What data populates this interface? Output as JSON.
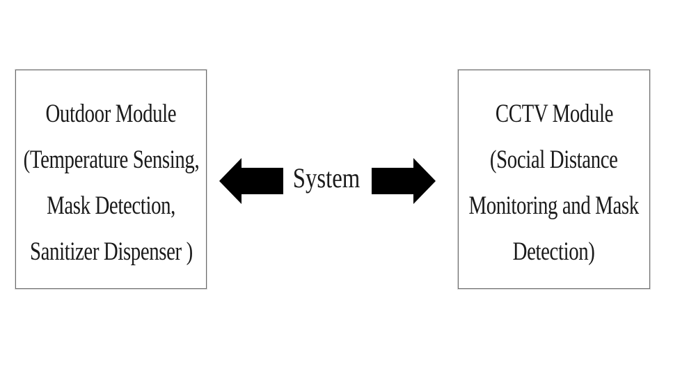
{
  "diagram": {
    "center_label": "System",
    "left_module": {
      "lines": [
        "Outdoor Module",
        "(Temperature Sensing,",
        "Mask Detection,",
        "Sanitizer Dispenser )"
      ]
    },
    "right_module": {
      "lines": [
        "CCTV Module",
        "(Social Distance",
        "Monitoring and Mask",
        "Detection)"
      ]
    },
    "arrows": {
      "left": "arrow-pointing-to-outdoor-module",
      "right": "arrow-pointing-to-cctv-module",
      "color": "#000000"
    }
  }
}
